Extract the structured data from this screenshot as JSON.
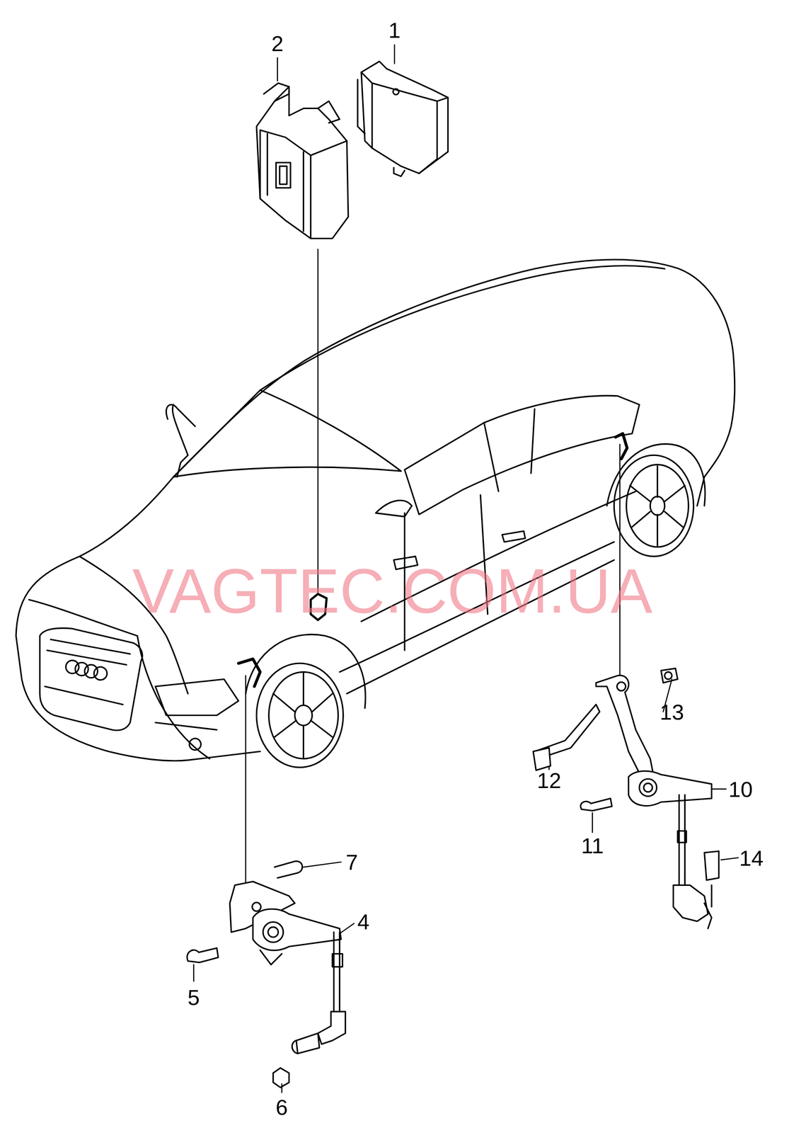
{
  "diagram": {
    "labels": [
      "1",
      "2",
      "4",
      "5",
      "6",
      "7",
      "10",
      "11",
      "12",
      "13",
      "14",
      "VAGTEC.COM.UA"
    ]
  }
}
